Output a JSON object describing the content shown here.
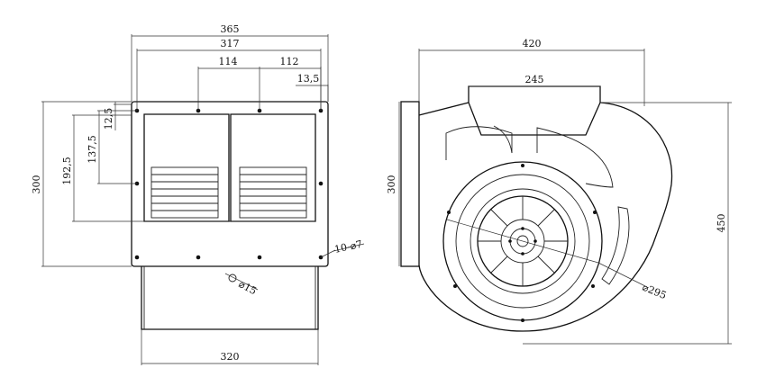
{
  "front_view": {
    "dims": {
      "overall_width": "365",
      "hole_span": "317",
      "hole_pitch_left": "114",
      "hole_pitch_right": "112",
      "edge_offset_top": "13,5",
      "height_total": "300",
      "height_192": "192,5",
      "height_137": "137,5",
      "height_12": "12,5",
      "bolt_hole": "10-⌀7",
      "outlet_hole": "⌀15",
      "outlet_width": "320"
    }
  },
  "side_view": {
    "dims": {
      "overall_width": "420",
      "inlet_width": "245",
      "flange_height": "300",
      "overall_height": "450",
      "rotor_diameter": "⌀295"
    }
  }
}
